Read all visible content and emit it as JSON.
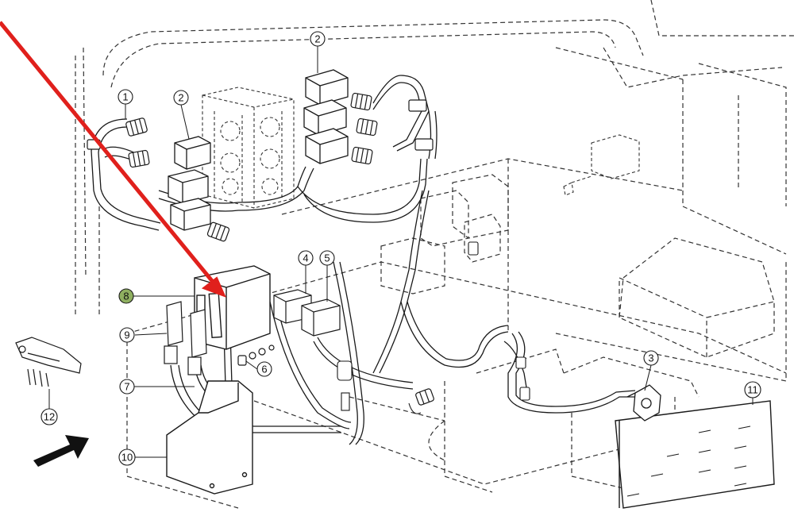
{
  "diagram": {
    "callouts": [
      {
        "id": "c1",
        "label": "1"
      },
      {
        "id": "c2a",
        "label": "2"
      },
      {
        "id": "c2b",
        "label": "2"
      },
      {
        "id": "c3",
        "label": "3"
      },
      {
        "id": "c4",
        "label": "4"
      },
      {
        "id": "c5",
        "label": "5"
      },
      {
        "id": "c6",
        "label": "6"
      },
      {
        "id": "c7",
        "label": "7"
      },
      {
        "id": "c8",
        "label": "8",
        "highlighted": true
      },
      {
        "id": "c9",
        "label": "9"
      },
      {
        "id": "c10",
        "label": "10"
      },
      {
        "id": "c11",
        "label": "11"
      },
      {
        "id": "c12",
        "label": "12"
      }
    ],
    "colors": {
      "line": "#1a1a1a",
      "dashed": "#333333",
      "pointer_arrow": "#e0201c",
      "highlight_fill": "#8fb060",
      "direction_arrow": "#111111"
    },
    "pointer_arrow_target": "8"
  }
}
